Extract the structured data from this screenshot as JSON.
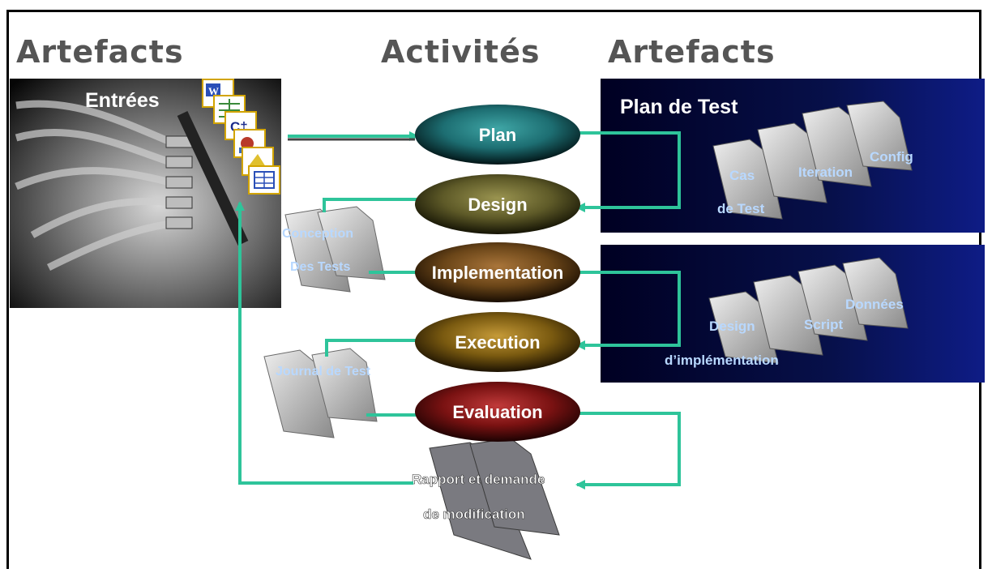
{
  "headings": {
    "left": "Artefacts",
    "center": "Activités",
    "right": "Artefacts"
  },
  "inputs_panel": {
    "label": "Entrées",
    "file_icons": [
      "word-document-icon",
      "spreadsheet-icon",
      "csharp-file-icon",
      "image-file-icon",
      "archive-file-icon",
      "table-file-icon"
    ]
  },
  "activities": [
    {
      "label": "Plan",
      "color": "#1d6e72"
    },
    {
      "label": "Design",
      "color": "#5e5a28"
    },
    {
      "label": "Implementation",
      "color": "#6a4518"
    },
    {
      "label": "Execution",
      "color": "#7a5a10"
    },
    {
      "label": "Evaluation",
      "color": "#7a1212"
    }
  ],
  "test_plan_panel": {
    "title": "Plan de Test",
    "items": {
      "cas": "Cas",
      "de_test": "de Test",
      "iteration": "Iteration",
      "config": "Config"
    }
  },
  "implementation_panel": {
    "items": {
      "design": "Design",
      "dimplementation": "d’implémentation",
      "script": "Script",
      "donnees": "Données"
    }
  },
  "artefacts": {
    "conception_line1": "Conception",
    "conception_line2": "Des Tests",
    "journal": "Journal de Test",
    "rapport_line1": "Rapport et demande",
    "rapport_line2": "de modification"
  },
  "colors": {
    "arrow": "#2ec49a",
    "panel_dark": "#000033",
    "panel_blue": "#0d1a7a",
    "heading": "#555555",
    "artefact_label": "#b8d8ff"
  }
}
